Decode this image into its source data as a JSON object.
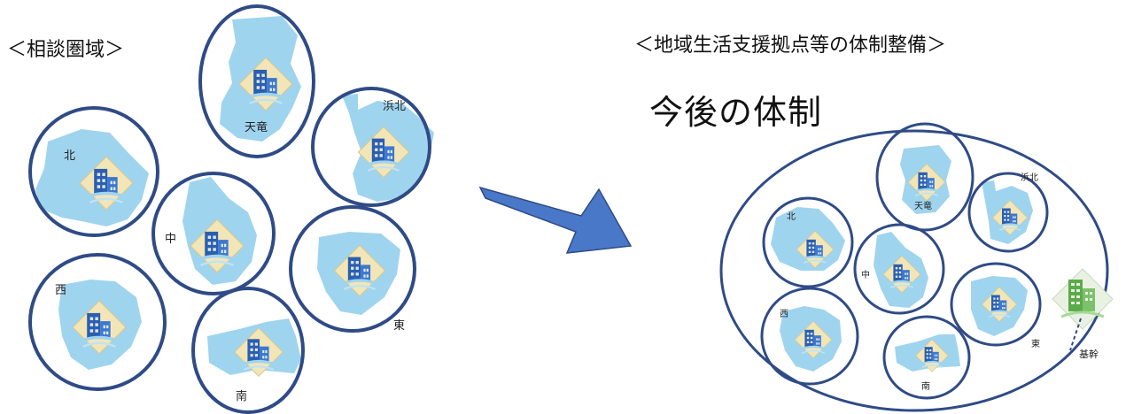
{
  "left_section": {
    "title": "＜相談圏域＞",
    "districts": [
      {
        "id": "tenryu",
        "label": "天竜"
      },
      {
        "id": "hamakita",
        "label": "浜北"
      },
      {
        "id": "kita",
        "label": "北"
      },
      {
        "id": "naka",
        "label": "中"
      },
      {
        "id": "higashi",
        "label": "東"
      },
      {
        "id": "nishi",
        "label": "西"
      },
      {
        "id": "minami",
        "label": "南"
      }
    ]
  },
  "right_section": {
    "title": "＜地域生活支援拠点等の体制整備＞",
    "heading": "今後の体制",
    "districts": [
      {
        "id": "tenryu",
        "label": "天竜"
      },
      {
        "id": "hamakita",
        "label": "浜北"
      },
      {
        "id": "kita",
        "label": "北"
      },
      {
        "id": "naka",
        "label": "中"
      },
      {
        "id": "higashi",
        "label": "東"
      },
      {
        "id": "nishi",
        "label": "西"
      },
      {
        "id": "minami",
        "label": "南"
      }
    ],
    "core_facility_label": "基幹"
  },
  "colors": {
    "circle_stroke": "#2f4b86",
    "map_fill": "#9fd4ef",
    "badge_fill": "#f2e6b8",
    "building": "#2a5fb0",
    "arrow_fill": "#4a78c8",
    "core_building": "#5caa4a"
  }
}
